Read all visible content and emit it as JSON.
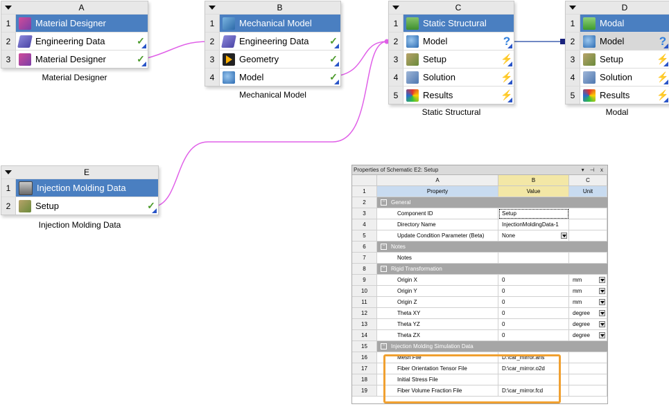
{
  "systems": {
    "A": {
      "letter": "A",
      "caption": "Material Designer",
      "rows": [
        {
          "num": "1",
          "label": "Material Designer",
          "icon": "material-designer-icon",
          "status": ""
        },
        {
          "num": "2",
          "label": "Engineering Data",
          "icon": "engineering-data-icon",
          "status": "✓"
        },
        {
          "num": "3",
          "label": "Material Designer",
          "icon": "material-designer-icon",
          "status": "✓"
        }
      ]
    },
    "B": {
      "letter": "B",
      "caption": "Mechanical Model",
      "rows": [
        {
          "num": "1",
          "label": "Mechanical Model",
          "icon": "mechanical-model-icon",
          "status": ""
        },
        {
          "num": "2",
          "label": "Engineering Data",
          "icon": "engineering-data-icon",
          "status": "✓"
        },
        {
          "num": "3",
          "label": "Geometry",
          "icon": "geometry-icon",
          "status": "✓"
        },
        {
          "num": "4",
          "label": "Model",
          "icon": "model-icon",
          "status": "✓"
        }
      ]
    },
    "C": {
      "letter": "C",
      "caption": "Static Structural",
      "rows": [
        {
          "num": "1",
          "label": "Static Structural",
          "icon": "static-structural-icon",
          "status": ""
        },
        {
          "num": "2",
          "label": "Model",
          "icon": "model-icon",
          "status": "?"
        },
        {
          "num": "3",
          "label": "Setup",
          "icon": "setup-icon",
          "status": "⚡"
        },
        {
          "num": "4",
          "label": "Solution",
          "icon": "solution-icon",
          "status": "⚡"
        },
        {
          "num": "5",
          "label": "Results",
          "icon": "results-icon",
          "status": "⚡"
        }
      ]
    },
    "D": {
      "letter": "D",
      "caption": "Modal",
      "rows": [
        {
          "num": "1",
          "label": "Modal",
          "icon": "modal-icon",
          "status": ""
        },
        {
          "num": "2",
          "label": "Model",
          "icon": "model-icon",
          "status": "?"
        },
        {
          "num": "3",
          "label": "Setup",
          "icon": "setup-icon",
          "status": "⚡"
        },
        {
          "num": "4",
          "label": "Solution",
          "icon": "solution-icon",
          "status": "⚡"
        },
        {
          "num": "5",
          "label": "Results",
          "icon": "results-icon",
          "status": "⚡"
        }
      ]
    },
    "E": {
      "letter": "E",
      "caption": "Injection Molding Data",
      "rows": [
        {
          "num": "1",
          "label": "Injection Molding Data",
          "icon": "injection-molding-icon",
          "status": ""
        },
        {
          "num": "2",
          "label": "Setup",
          "icon": "setup-icon",
          "status": "✓"
        }
      ]
    }
  },
  "properties": {
    "title": "Properties of Schematic E2: Setup",
    "controls": "▾ ⊣ x",
    "col_letters": [
      "A",
      "B",
      "C"
    ],
    "rows": [
      {
        "n": "1",
        "type": "header",
        "a": "Property",
        "b": "Value",
        "c": "Unit"
      },
      {
        "n": "2",
        "type": "section",
        "a": "General"
      },
      {
        "n": "3",
        "type": "prop",
        "a": "Component ID",
        "b": "Setup",
        "c": ""
      },
      {
        "n": "4",
        "type": "prop",
        "a": "Directory Name",
        "b": "InjectionMoldingData-1",
        "c": ""
      },
      {
        "n": "5",
        "type": "prop",
        "a": "Update Condition Parameter (Beta)",
        "b": "None",
        "c": ""
      },
      {
        "n": "6",
        "type": "section",
        "a": "Notes"
      },
      {
        "n": "7",
        "type": "prop",
        "a": "Notes",
        "b": "",
        "c": ""
      },
      {
        "n": "8",
        "type": "section",
        "a": "Rigid Transformation"
      },
      {
        "n": "9",
        "type": "prop",
        "a": "Origin X",
        "b": "0",
        "c": "mm"
      },
      {
        "n": "10",
        "type": "prop",
        "a": "Origin Y",
        "b": "0",
        "c": "mm"
      },
      {
        "n": "11",
        "type": "prop",
        "a": "Origin Z",
        "b": "0",
        "c": "mm"
      },
      {
        "n": "12",
        "type": "prop",
        "a": "Theta XY",
        "b": "0",
        "c": "degree"
      },
      {
        "n": "13",
        "type": "prop",
        "a": "Theta YZ",
        "b": "0",
        "c": "degree"
      },
      {
        "n": "14",
        "type": "prop",
        "a": "Theta ZX",
        "b": "0",
        "c": "degree"
      },
      {
        "n": "15",
        "type": "section",
        "a": "Injection Molding Simulation Data"
      },
      {
        "n": "16",
        "type": "prop",
        "a": "Mesh File",
        "b": "D:\\car_mirror.ans",
        "c": ""
      },
      {
        "n": "17",
        "type": "prop",
        "a": "Fiber Orientation Tensor File",
        "b": "D:\\car_mirror.o2d",
        "c": ""
      },
      {
        "n": "18",
        "type": "prop",
        "a": "Initial Stress File",
        "b": "",
        "c": ""
      },
      {
        "n": "19",
        "type": "prop",
        "a": "Fiber Volume Fraction File",
        "b": "D:\\car_mirror.fcd",
        "c": ""
      }
    ]
  },
  "colors": {
    "title_row": "#4a7fc1",
    "link": "#e060e8",
    "share_link": "#4060b0",
    "highlight": "#f0a030"
  }
}
